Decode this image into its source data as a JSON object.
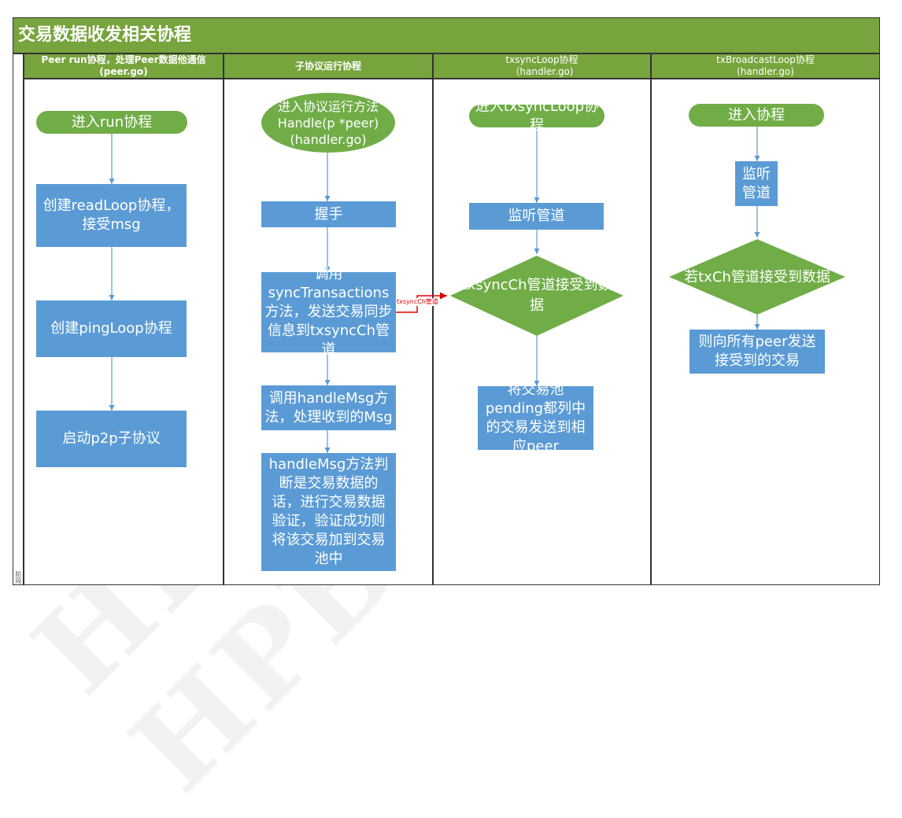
{
  "title": "交易数据收发相关协程",
  "watermark": "HPB HPB HPB HPB",
  "side_label": "阶段",
  "lanes": [
    {
      "header": "Peer run协程，处理Peer数据他通信 (peer.go)"
    },
    {
      "header": "子协议运行协程"
    },
    {
      "header_line1": "txsyncLoop协程",
      "header_line2": "（handler.go)"
    },
    {
      "header_line1": "txBroadcastLoop协程",
      "header_line2": "(handler.go)"
    }
  ],
  "lane1": {
    "start": "进入run协程",
    "create_readloop": "创建readLoop协程，接受msg",
    "create_pingloop": "创建pingLoop协程",
    "start_p2p": "启动p2p子协议"
  },
  "lane2": {
    "start": "进入协议运行方法Handle(p *peer)(handler.go)",
    "handshake": "握手",
    "sync_tx": "调用syncTransactions方法，发送交易同步信息到txsyncCh管道",
    "handle_msg": "调用handleMsg方法，处理收到的Msg",
    "verify": "handleMsg方法判断是交易数据的话，进行交易数据验证，验证成功则将该交易加到交易池中"
  },
  "lane3": {
    "start": "进入txsyncLoop协程",
    "listen": "监听管道",
    "decision": "txsyncCh管道接受到数据",
    "send_pending": "将交易池pending都列中的交易发送到相应peer"
  },
  "lane4": {
    "start": "进入协程",
    "listen": "监听管道",
    "decision": "若txCh管道接受到数据",
    "broadcast": "则向所有peer发送接受到的交易"
  },
  "edge_label": "txsyncCh管道",
  "colors": {
    "header_green": "#77a43c",
    "terminator_green": "#70ad47",
    "process_blue": "#5b9bd5",
    "connector_blue": "#5b9bd5",
    "cross_lane_red": "#e00000"
  }
}
